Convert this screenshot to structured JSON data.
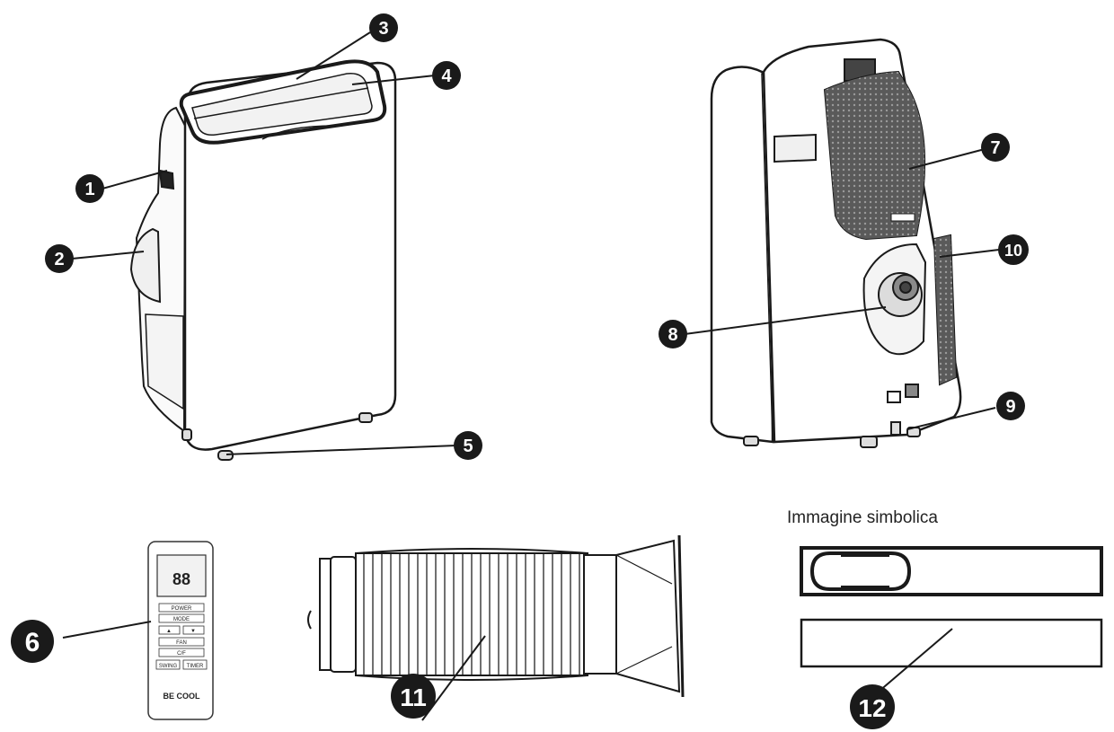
{
  "caption": "Immagine simbolica",
  "callouts": [
    {
      "id": "1",
      "label": "1"
    },
    {
      "id": "2",
      "label": "2"
    },
    {
      "id": "3",
      "label": "3"
    },
    {
      "id": "4",
      "label": "4"
    },
    {
      "id": "5",
      "label": "5"
    },
    {
      "id": "6",
      "label": "6"
    },
    {
      "id": "7",
      "label": "7"
    },
    {
      "id": "8",
      "label": "8"
    },
    {
      "id": "9",
      "label": "9"
    },
    {
      "id": "10",
      "label": "10"
    },
    {
      "id": "11",
      "label": "11"
    },
    {
      "id": "12",
      "label": "12"
    }
  ],
  "remote": {
    "display": "88",
    "buttons": {
      "power": "POWER",
      "mode": "MODE",
      "up": "▲",
      "down": "▼",
      "fan": "FAN",
      "swing_lr": "C/F",
      "swing": "SWING",
      "timer": "TIMER"
    },
    "brand": "BE COOL"
  }
}
